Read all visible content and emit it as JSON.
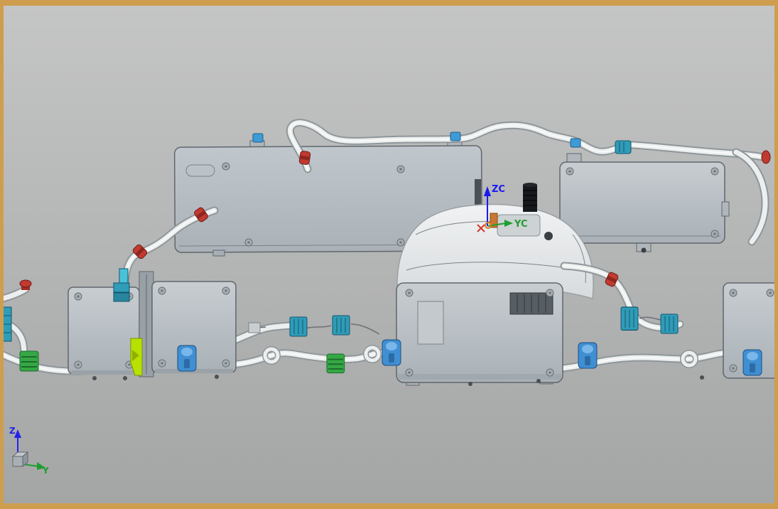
{
  "viewport": {
    "frame_color": "#cf9d4e",
    "background_top": "#c4c5c5",
    "background_bottom": "#a4a5a5"
  },
  "wcs_triad": {
    "z_label": "ZC",
    "y_label": "YC",
    "z_color": "#1a1af0",
    "y_color": "#1f9e2f",
    "x_marker_color": "#d23a2e",
    "origin_ring_color": "#e07820"
  },
  "orientation_triad": {
    "z_label": "Z",
    "y_label": "Y",
    "z_color": "#2222ec",
    "y_color": "#1f9e2f"
  },
  "palette": {
    "tube_fill": "#ecefef",
    "tube_outline": "#8f9699",
    "module_housing": "#b9c0c5",
    "module_edge": "#5f676d",
    "shell_white": "#e9ebec",
    "clip_red": "#c13a30",
    "clip_blue": "#3e9bd6",
    "connector_teal": "#2f9cb8",
    "connector_green": "#35a845",
    "selection_highlight": "#b8e000",
    "corrugated_boot": "#17181c"
  }
}
